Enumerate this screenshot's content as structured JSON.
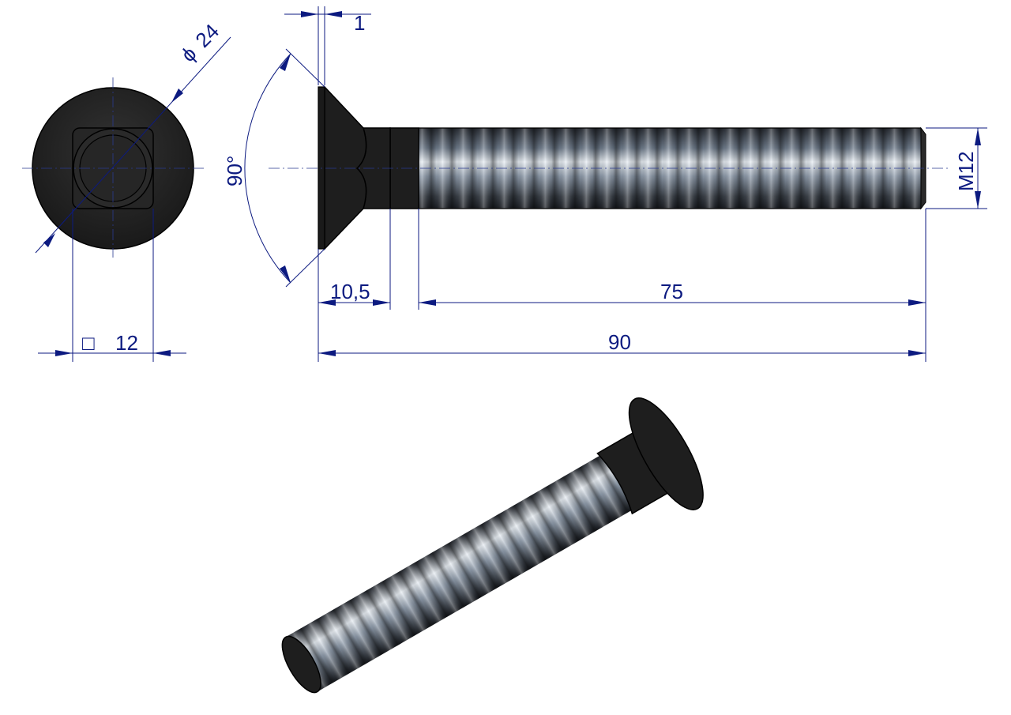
{
  "drawing": {
    "title": "Carriage bolt, countersunk head with square neck",
    "dimensions": {
      "head_diameter": "24",
      "head_diameter_symbol": "ϕ",
      "square_neck": "12",
      "square_symbol": "□",
      "head_edge": "1",
      "head_angle": "90°",
      "neck_length": "10,5",
      "thread_length": "75",
      "total_length": "90",
      "thread": "M12"
    },
    "colors": {
      "dimension": "#0c1a80",
      "body": "#1e1e1e"
    }
  }
}
